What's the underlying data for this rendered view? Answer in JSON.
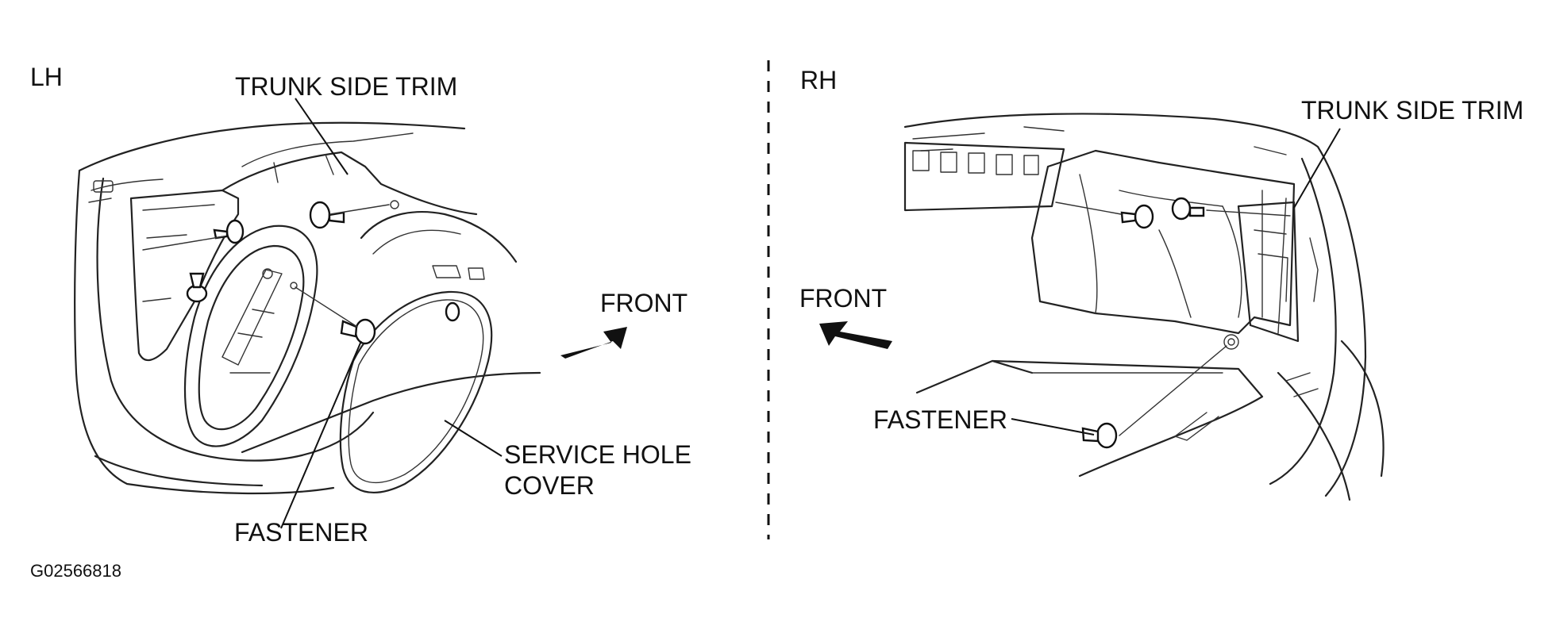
{
  "panels": {
    "left": {
      "side_label": "LH",
      "trunk_trim_label": "TRUNK SIDE TRIM",
      "front_label": "FRONT",
      "service_cover_label_line1": "SERVICE HOLE",
      "service_cover_label_line2": "COVER",
      "fastener_label": "FASTENER"
    },
    "right": {
      "side_label": "RH",
      "trunk_trim_label": "TRUNK SIDE TRIM",
      "front_label": "FRONT",
      "fastener_label": "FASTENER"
    }
  },
  "figure_code": "G02566818"
}
